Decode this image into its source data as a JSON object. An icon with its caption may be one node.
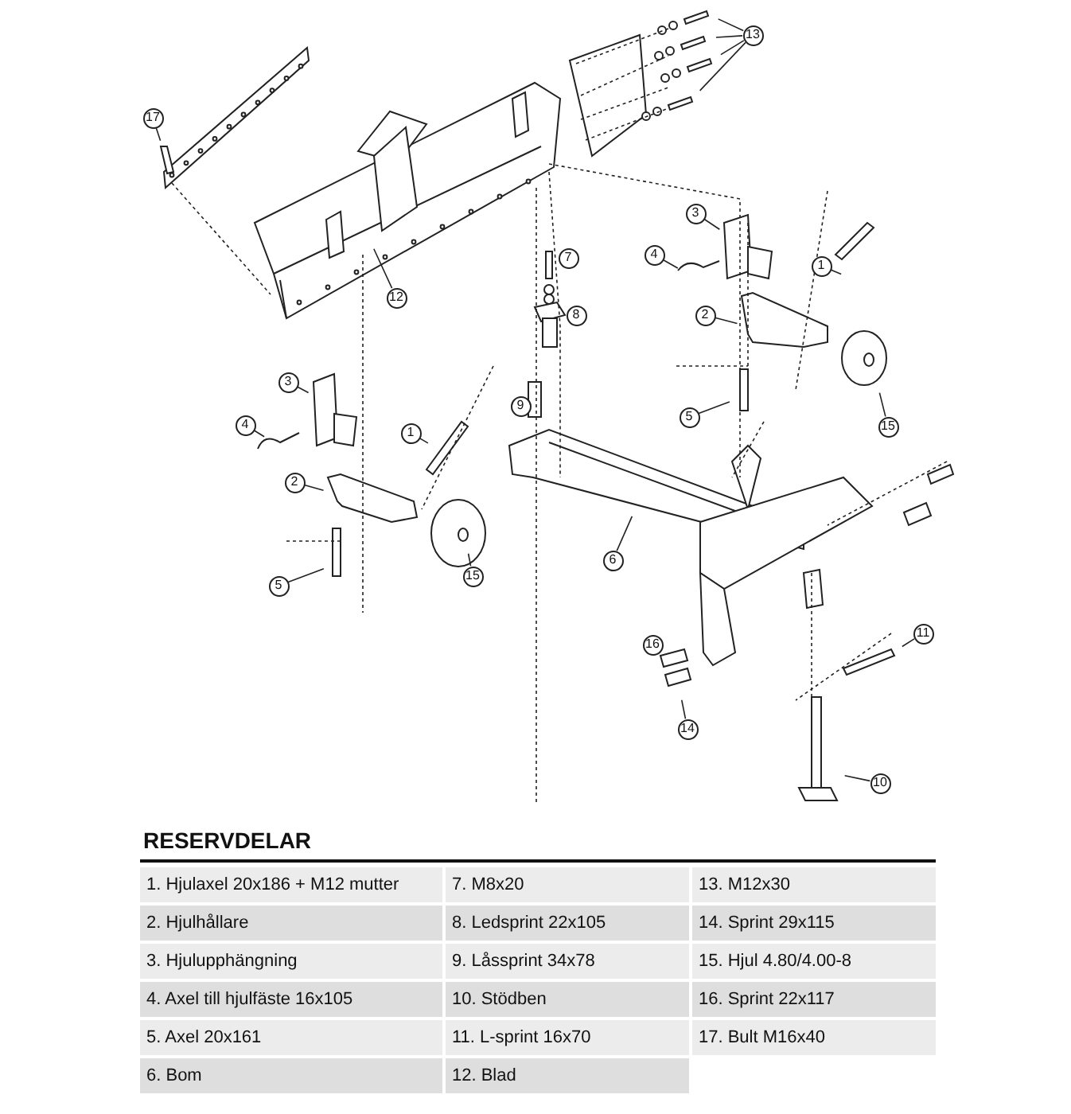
{
  "diagram": {
    "title": "RESERVDELAR",
    "nodes": [
      {
        "text": [
          "17"
        ]
      },
      {
        "text": [
          "13"
        ]
      },
      {
        "text": [
          "12"
        ]
      },
      {
        "text": [
          "3"
        ]
      },
      {
        "text": [
          "4"
        ]
      },
      {
        "text": [
          "1"
        ]
      },
      {
        "text": [
          "7"
        ]
      },
      {
        "text": [
          "8"
        ]
      },
      {
        "text": [
          "2"
        ]
      },
      {
        "text": [
          "15"
        ]
      },
      {
        "text": [
          "5"
        ]
      },
      {
        "text": [
          "3"
        ]
      },
      {
        "text": [
          "4"
        ]
      },
      {
        "text": [
          "1"
        ]
      },
      {
        "text": [
          "9"
        ]
      },
      {
        "text": [
          "2"
        ]
      },
      {
        "text": [
          "6"
        ]
      },
      {
        "text": [
          "15"
        ]
      },
      {
        "text": [
          "5"
        ]
      },
      {
        "text": [
          "16"
        ]
      },
      {
        "text": [
          "14"
        ]
      },
      {
        "text": [
          "11"
        ]
      },
      {
        "text": [
          "10"
        ]
      }
    ],
    "edges": [
      {
        "from": 0,
        "to": null,
        "arrow": "none"
      },
      {
        "from": 1,
        "to": null,
        "arrow": "none"
      },
      {
        "from": 1,
        "to": null,
        "arrow": "none"
      },
      {
        "from": 1,
        "to": null,
        "arrow": "none"
      },
      {
        "from": 1,
        "to": null,
        "arrow": "none"
      },
      {
        "from": 2,
        "to": null,
        "arrow": "none"
      },
      {
        "from": 3,
        "to": null,
        "arrow": "none"
      },
      {
        "from": 4,
        "to": null,
        "arrow": "none"
      },
      {
        "from": 5,
        "to": null,
        "arrow": "none"
      },
      {
        "from": 8,
        "to": null,
        "arrow": "none"
      },
      {
        "from": 9,
        "to": null,
        "arrow": "none"
      },
      {
        "from": 10,
        "to": null,
        "arrow": "none"
      },
      {
        "from": 11,
        "to": null,
        "arrow": "none"
      },
      {
        "from": 12,
        "to": null,
        "arrow": "none"
      },
      {
        "from": 13,
        "to": null,
        "arrow": "none"
      },
      {
        "from": 15,
        "to": null,
        "arrow": "none"
      },
      {
        "from": 16,
        "to": null,
        "arrow": "none"
      },
      {
        "from": 17,
        "to": null,
        "arrow": "none"
      },
      {
        "from": 18,
        "to": null,
        "arrow": "none"
      },
      {
        "from": 20,
        "to": null,
        "arrow": "none"
      },
      {
        "from": 21,
        "to": null,
        "arrow": "none"
      },
      {
        "from": 22,
        "to": null,
        "arrow": "none"
      }
    ],
    "labels": [
      "1. Hjulaxel 20x186 + M12 mutter",
      "7. M8x20",
      "13. M12x30",
      "2. Hjulhållare",
      "8. Ledsprint 22x105",
      "14. Sprint 29x115",
      "3. Hjulupphängning",
      "9. Låssprint 34x78",
      "15. Hjul 4.80/4.00-8",
      "4. Axel till hjulfäste 16x105",
      "10. Stödben",
      "16. Sprint 22x117",
      "5. Axel 20x161",
      "11. L-sprint 16x70",
      "17. Bult M16x40",
      "6. Bom",
      "12. Blad"
    ]
  }
}
